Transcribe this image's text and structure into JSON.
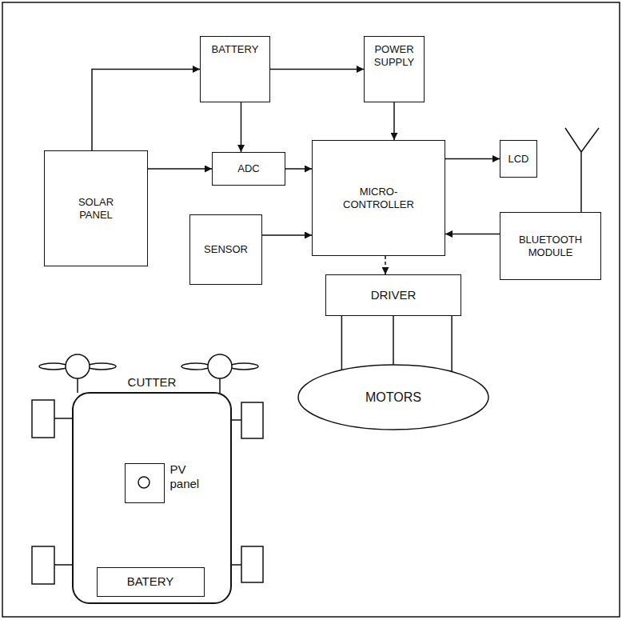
{
  "diagram": {
    "nodes": [
      {
        "text": [
          "BATTERY"
        ]
      },
      {
        "text": [
          "POWER SUPPLY"
        ]
      },
      {
        "text": [
          "ADC"
        ]
      },
      {
        "text": [
          "MICRO-CONTROLLER"
        ]
      },
      {
        "text": [
          "LCD"
        ]
      },
      {
        "text": [
          "SOLAR PANEL"
        ]
      },
      {
        "text": [
          "SENSOR"
        ]
      },
      {
        "text": [
          "BLUETOOTH MODULE"
        ]
      },
      {
        "text": [
          "DRIVER"
        ]
      },
      {
        "text": [
          "MOTORS"
        ]
      },
      {
        "text": [
          "CUTTER"
        ]
      },
      {
        "text": [
          "PV panel"
        ],
        "in": 10
      },
      {
        "text": [
          "BATERY"
        ],
        "in": 10
      }
    ],
    "edges": [
      {
        "from": 5,
        "to": 0,
        "arrow": "to"
      },
      {
        "from": 0,
        "to": 1,
        "arrow": "to"
      },
      {
        "from": 0,
        "to": 2,
        "arrow": "to"
      },
      {
        "from": 5,
        "to": 2,
        "arrow": "to"
      },
      {
        "from": 2,
        "to": 3,
        "arrow": "to"
      },
      {
        "from": 1,
        "to": 3,
        "arrow": "to"
      },
      {
        "from": 6,
        "to": 3,
        "arrow": "to"
      },
      {
        "from": 3,
        "to": 4,
        "arrow": "to"
      },
      {
        "from": 7,
        "to": 3,
        "arrow": "to"
      },
      {
        "from": 3,
        "to": 8,
        "arrow": "to"
      },
      {
        "from": 8,
        "to": 9,
        "arrow": "none"
      },
      {
        "from": 8,
        "to": 9,
        "arrow": "none"
      },
      {
        "from": 8,
        "to": 9,
        "arrow": "none"
      }
    ]
  }
}
